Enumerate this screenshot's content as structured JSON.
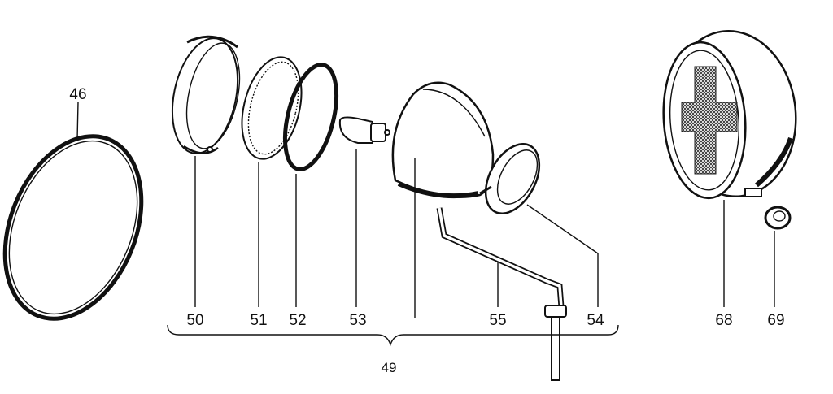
{
  "labels": {
    "p46": "46",
    "p50": "50",
    "p51": "51",
    "p52": "52",
    "p53": "53",
    "p55": "55",
    "p54": "54",
    "p49": "49",
    "p68": "68",
    "p69": "69"
  }
}
